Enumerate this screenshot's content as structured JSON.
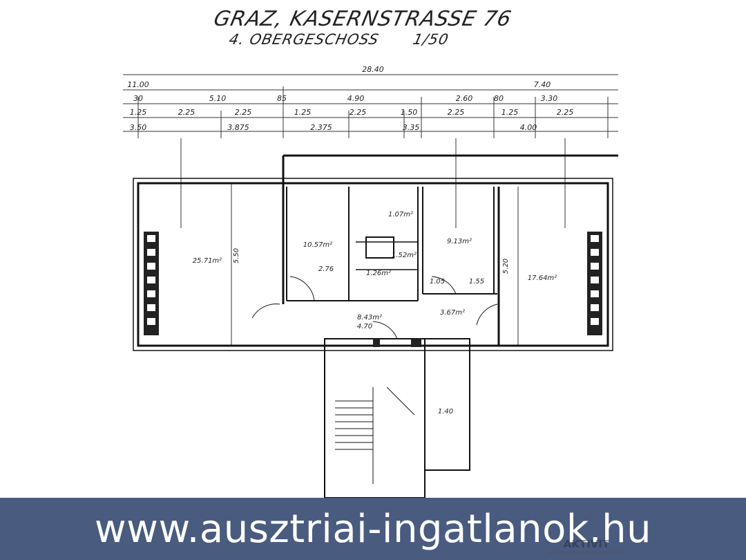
{
  "drawing": {
    "title": "GRAZ, KASERNSTRASSE 76",
    "floor": "4. OBERGESCHOSS",
    "scale": "1/50",
    "dimensions": {
      "total": "28.40",
      "row2": [
        "11.00",
        "7.40"
      ],
      "row3": [
        "30",
        "5.10",
        "85",
        "4.90",
        "2.60",
        "80",
        "3.30"
      ],
      "row4": [
        "1.25",
        "2.25",
        "2.25",
        "1.25",
        "2.25",
        "1.50",
        "2.25",
        "1.25",
        "2.25"
      ],
      "row5": [
        "3.50",
        "3.875",
        "2.375",
        "3.35",
        "4.00"
      ]
    },
    "rooms": [
      {
        "area": "25.71m²"
      },
      {
        "area": "10.57m²"
      },
      {
        "area": "1.07m²"
      },
      {
        "area": "1.52m²"
      },
      {
        "area": "1.26m²"
      },
      {
        "area": "9.13m²"
      },
      {
        "area": "17.64m²"
      },
      {
        "area": "8.43m²"
      },
      {
        "area": "3.67m²"
      }
    ],
    "room_dims": [
      "2.76",
      "4.70",
      "1.05",
      "1.55",
      "1.40",
      "5.20",
      "5.50"
    ]
  },
  "banner": {
    "url": "www.ausztriai-ingatlanok.hu",
    "logo_text": "AKTIVIT",
    "color": "#4a5b80"
  }
}
